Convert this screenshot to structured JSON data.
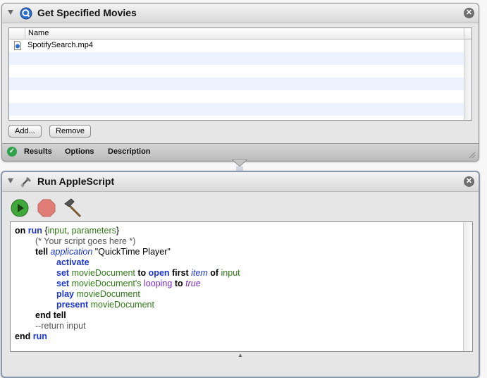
{
  "actions": [
    {
      "title": "Get Specified Movies",
      "list": {
        "column": "Name",
        "files": [
          "SpotifySearch.mp4"
        ]
      },
      "buttons": {
        "add": "Add...",
        "remove": "Remove"
      },
      "footer": {
        "results": "Results",
        "options": "Options",
        "description": "Description"
      },
      "close_glyph": "✕"
    },
    {
      "title": "Run AppleScript",
      "close_glyph": "✕"
    }
  ],
  "script": {
    "l1a": "on",
    "l1b": "run",
    "l1c": "{",
    "l1d": "input",
    "l1e": ",",
    "l1f": "parameters",
    "l1g": "}",
    "l2": "(* Your script goes here *)",
    "l3a": "tell",
    "l3b": "application",
    "l3c": "\"QuickTime Player\"",
    "l4": "activate",
    "l5a": "set",
    "l5b": "movieDocument",
    "l5c": "to",
    "l5d": "open",
    "l5e": "first",
    "l5f": "item",
    "l5g": "of",
    "l5h": "input",
    "l6a": "set",
    "l6b": "movieDocument's",
    "l6c": "looping",
    "l6d": "to",
    "l6e": "true",
    "l7a": "play",
    "l7b": "movieDocument",
    "l8a": "present",
    "l8b": "movieDocument",
    "l9": "end tell",
    "l10": "--return input",
    "l11a": "end",
    "l11b": "run"
  },
  "colors": {
    "keyword_blue": "#1a35d2",
    "identifier_green": "#2f7a16",
    "property_purple": "#7b28c7",
    "ok_green": "#2da44a"
  }
}
